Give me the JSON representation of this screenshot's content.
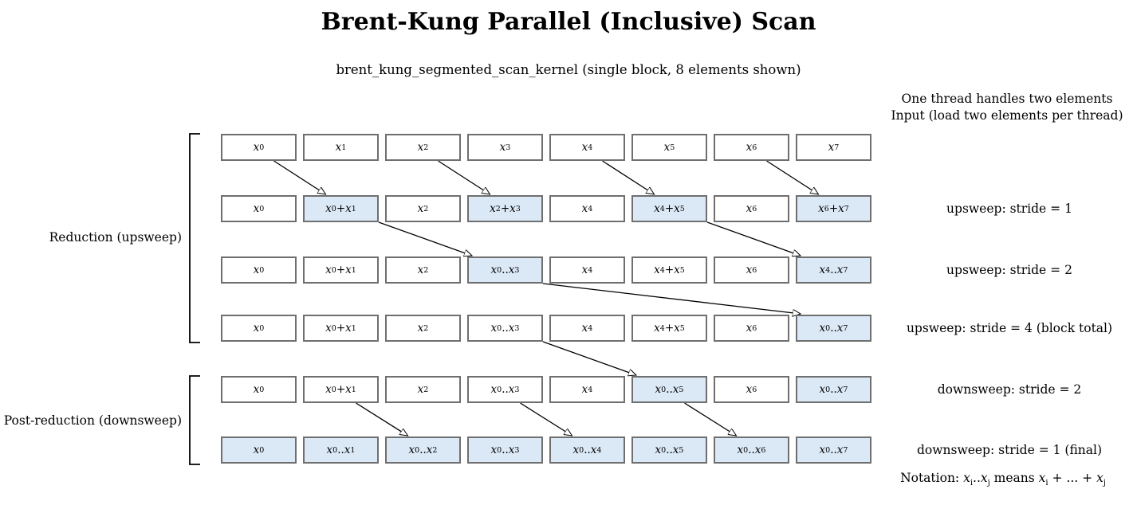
{
  "title": "Brent-Kung Parallel (Inclusive) Scan",
  "subtitle": "brent_kung_segmented_scan_kernel (single block, 8 elements shown)",
  "right_header": [
    "One thread handles two elements",
    "Input (load two elements per thread)"
  ],
  "colors": {
    "highlight_fill": "#dbe8f6",
    "box_border": "#6f6f6f",
    "text": "#000000"
  },
  "groups": [
    {
      "label": "Reduction (upsweep)",
      "row_span": [
        0,
        3
      ]
    },
    {
      "label": "Post-reduction (downsweep)",
      "row_span": [
        4,
        5
      ]
    }
  ],
  "rows": [
    {
      "name": "input",
      "label": "",
      "cells": [
        "x_0",
        "x_1",
        "x_2",
        "x_3",
        "x_4",
        "x_5",
        "x_6",
        "x_7"
      ],
      "highlight": []
    },
    {
      "name": "upsweep-stride-1",
      "label": "upsweep: stride = 1",
      "cells": [
        "x_0",
        "x_0 + x_1",
        "x_2",
        "x_2 + x_3",
        "x_4",
        "x_4 + x_5",
        "x_6",
        "x_6 + x_7"
      ],
      "highlight": [
        1,
        3,
        5,
        7
      ]
    },
    {
      "name": "upsweep-stride-2",
      "label": "upsweep: stride = 2",
      "cells": [
        "x_0",
        "x_0 + x_1",
        "x_2",
        "x_0..x_3",
        "x_4",
        "x_4 + x_5",
        "x_6",
        "x_4..x_7"
      ],
      "highlight": [
        3,
        7
      ]
    },
    {
      "name": "upsweep-stride-4",
      "label": "upsweep: stride = 4 (block total)",
      "cells": [
        "x_0",
        "x_0 + x_1",
        "x_2",
        "x_0..x_3",
        "x_4",
        "x_4 + x_5",
        "x_6",
        "x_0..x_7"
      ],
      "highlight": [
        7
      ]
    },
    {
      "name": "downsweep-stride-2",
      "label": "downsweep: stride = 2",
      "cells": [
        "x_0",
        "x_0 + x_1",
        "x_2",
        "x_0..x_3",
        "x_4",
        "x_0..x_5",
        "x_6",
        "x_0..x_7"
      ],
      "highlight": [
        5,
        7
      ]
    },
    {
      "name": "downsweep-stride-1",
      "label": "downsweep: stride = 1 (final)",
      "cells": [
        "x_0",
        "x_0..x_1",
        "x_0..x_2",
        "x_0..x_3",
        "x_0..x_4",
        "x_0..x_5",
        "x_0..x_6",
        "x_0..x_7"
      ],
      "highlight": [
        0,
        1,
        2,
        3,
        4,
        5,
        6,
        7
      ]
    }
  ],
  "arrows": [
    {
      "from": [
        0,
        0
      ],
      "to": [
        1,
        1
      ]
    },
    {
      "from": [
        0,
        2
      ],
      "to": [
        1,
        3
      ]
    },
    {
      "from": [
        0,
        4
      ],
      "to": [
        1,
        5
      ]
    },
    {
      "from": [
        0,
        6
      ],
      "to": [
        1,
        7
      ]
    },
    {
      "from": [
        1,
        1
      ],
      "to": [
        2,
        3
      ]
    },
    {
      "from": [
        1,
        5
      ],
      "to": [
        2,
        7
      ]
    },
    {
      "from": [
        2,
        3
      ],
      "to": [
        3,
        7
      ]
    },
    {
      "from": [
        3,
        3
      ],
      "to": [
        4,
        5
      ]
    },
    {
      "from": [
        4,
        1
      ],
      "to": [
        5,
        2
      ]
    },
    {
      "from": [
        4,
        3
      ],
      "to": [
        5,
        4
      ]
    },
    {
      "from": [
        4,
        5
      ],
      "to": [
        5,
        6
      ]
    }
  ],
  "notation": "Notation: x_i..x_j means x_i + ... + x_j"
}
